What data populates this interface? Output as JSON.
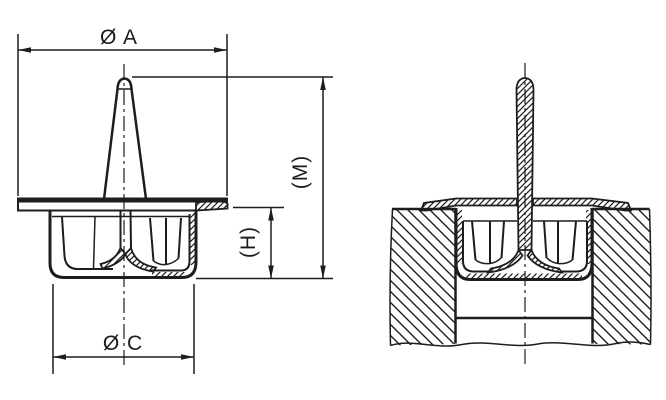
{
  "drawing": {
    "colors": {
      "background": "#ffffff",
      "line": "#1d1d1b"
    },
    "dimensions": {
      "diameter_a": {
        "label": "Ø A"
      },
      "height_m": {
        "label": "(M)"
      },
      "height_h": {
        "label": "(H)"
      },
      "diameter_c": {
        "label": "Ø C"
      }
    }
  }
}
